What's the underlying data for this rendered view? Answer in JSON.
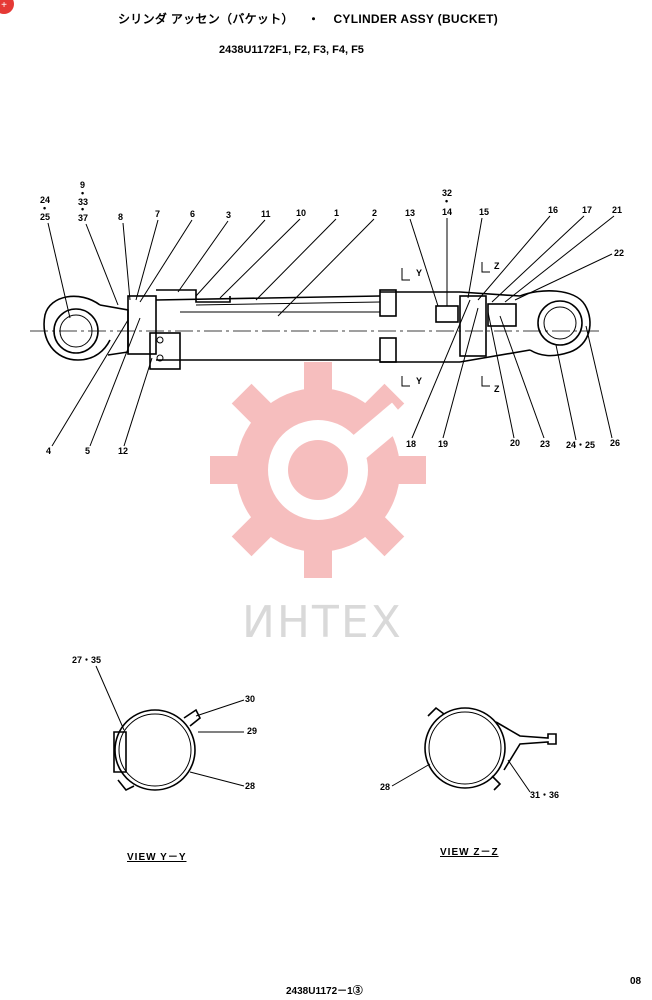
{
  "header": {
    "title_jp": "シリンダ アッセン（バケット）",
    "title_sep": "・",
    "title_en": "CYLINDER ASSY (BUCKET)",
    "part_numbers": "2438U1172F1, F2, F3, F4, F5"
  },
  "watermark": {
    "text": "ИНТЕХ",
    "color": "#f08a8a"
  },
  "main_view": {
    "callouts_top": {
      "c1": "24",
      "c1b": "25",
      "c2": "9",
      "c2b": "33",
      "c2c": "37",
      "c3": "8",
      "c4": "7",
      "c5": "6",
      "c6": "3",
      "c7": "11",
      "c8": "10",
      "c9": "1",
      "c10": "2",
      "c11": "13",
      "c12": "32",
      "c12b": "14",
      "c13": "15",
      "c14": "16",
      "c15": "17",
      "c16": "21",
      "c17": "22"
    },
    "callouts_bottom": {
      "b1": "4",
      "b2": "5",
      "b3": "12",
      "b4": "18",
      "b5": "19",
      "b6": "20",
      "b7": "23",
      "b8": "24・25",
      "b9": "26"
    },
    "section_marks": {
      "y_top": "Y",
      "z_top": "Z",
      "y_bottom": "Y",
      "z_bottom": "Z"
    }
  },
  "view_yy": {
    "caption": "VIEW  Y－Y",
    "callouts": {
      "a": "27・35",
      "b": "30",
      "c": "29",
      "d": "28"
    }
  },
  "view_zz": {
    "caption": "VIEW  Z－Z",
    "callouts": {
      "a": "28",
      "b": "31・36"
    }
  },
  "footer": {
    "drawing_code": "2438U1172－1③",
    "page": "08"
  },
  "icons": {
    "corner": "plus-icon"
  }
}
